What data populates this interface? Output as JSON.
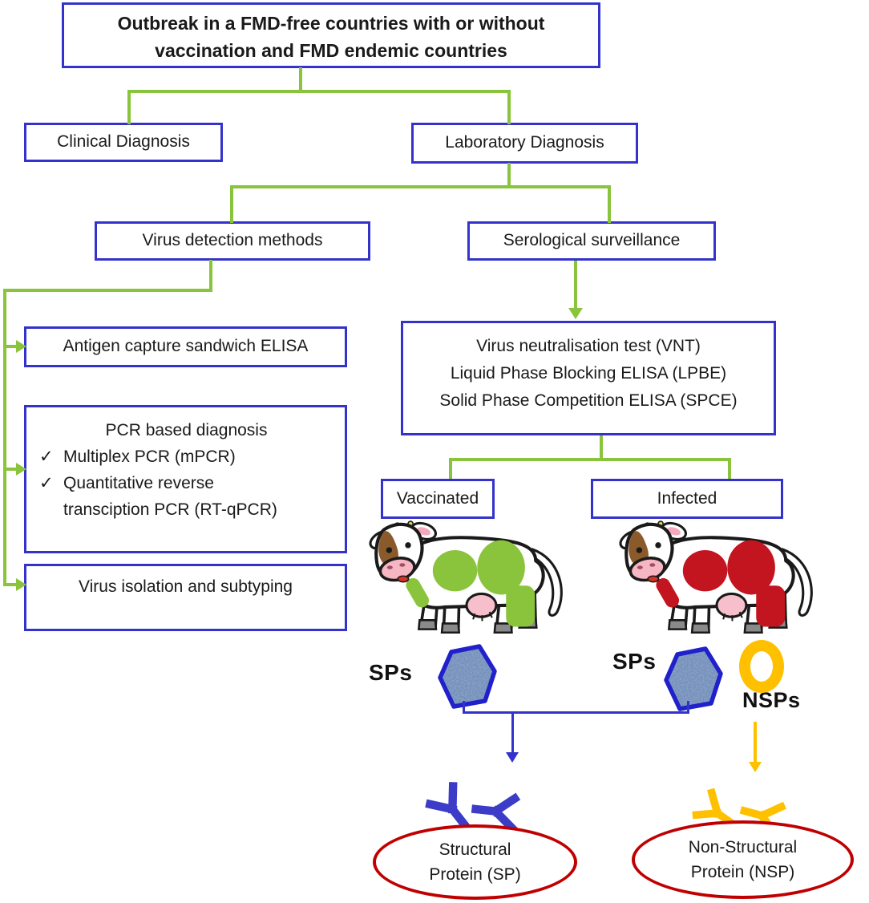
{
  "diagram": {
    "title": {
      "part1": "Outbreak in a ",
      "part2": "FMD",
      "part3": "-free countries with or without",
      "part4": "vaccination and ",
      "part5": "FMD",
      "part6": " endemic countries"
    },
    "boxes": {
      "clinical": "Clinical Diagnosis",
      "laboratory": "Laboratory Diagnosis",
      "virus_detection": "Virus detection methods",
      "serological": "Serological surveillance",
      "antigen": "Antigen capture sandwich ELISA",
      "pcr": {
        "title": "PCR based diagnosis",
        "check": "✓",
        "item1": "Multiplex PCR (mPCR)",
        "item2_line1": "Quantitative reverse",
        "item2_line2": "transciption PCR (RT-qPCR)"
      },
      "isolation": "Virus isolation and subtyping",
      "vnt": {
        "line1": "Virus neutralisation test (VNT)",
        "line2": "Liquid Phase Blocking ELISA (LPBE)",
        "line3": "Solid Phase Competition ELISA (SPCE)"
      },
      "vaccinated": "Vaccinated",
      "infected": "Infected"
    },
    "labels": {
      "sps_left": "SPs",
      "sps_right": "SPs",
      "nsps": "NSPs"
    },
    "terminals": {
      "sp": {
        "line1": "Structural",
        "line2": "Protein (SP)"
      },
      "nsp": {
        "line1": "Non-Structural",
        "line2": "Protein (NSP)"
      }
    },
    "icons": {
      "sp_antigen": "textured-blue-hexagon",
      "nsp_antigen": "yellow-ring",
      "vaccinated_cow": "cow-with-green-patches",
      "infected_cow": "cow-with-red-patches",
      "sp_antibodies": "blue-y-antibodies",
      "nsp_antibodies": "yellow-y-antibodies"
    },
    "colors": {
      "connector_green": "#8AC43C",
      "box_border_blue": "#3333CC",
      "terminal_oval_red": "#C00000",
      "sp_hexagon_blue": "#2121CC",
      "nsp_yellow": "#FFC000",
      "vaccinated_patch_green": "#8AC43C",
      "infected_patch_red": "#C31520"
    }
  }
}
